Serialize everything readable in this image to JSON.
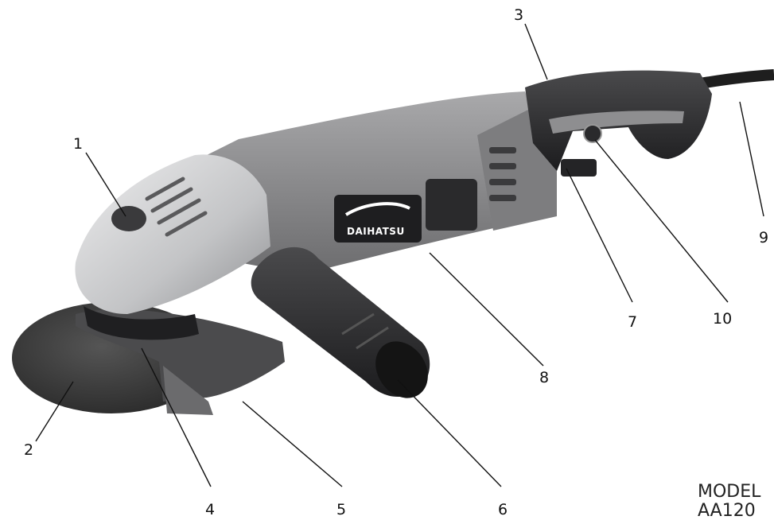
{
  "diagram": {
    "callouts": [
      {
        "id": "1",
        "label": "1"
      },
      {
        "id": "2",
        "label": "2"
      },
      {
        "id": "3",
        "label": "3"
      },
      {
        "id": "4",
        "label": "4"
      },
      {
        "id": "5",
        "label": "5"
      },
      {
        "id": "6",
        "label": "6"
      },
      {
        "id": "7",
        "label": "7"
      },
      {
        "id": "8",
        "label": "8"
      },
      {
        "id": "9",
        "label": "9"
      },
      {
        "id": "10",
        "label": "10"
      }
    ],
    "brand": "DAIHATSU",
    "model_label": "MODEL",
    "model_number": "AA120"
  },
  "colors": {
    "body_gray": "#8a8a8c",
    "dark_rubber": "#2b2b2d",
    "metal": "#c9cacc",
    "disc": "#3a3a3a",
    "line": "#111111"
  }
}
